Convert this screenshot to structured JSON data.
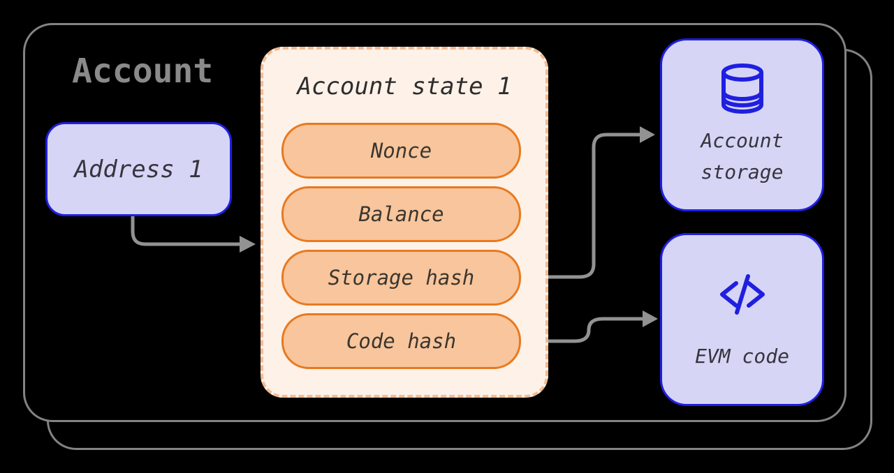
{
  "diagram": {
    "title": "Account",
    "address": {
      "label": "Address 1"
    },
    "state": {
      "title": "Account state 1",
      "fields": [
        "Nonce",
        "Balance",
        "Storage hash",
        "Code hash"
      ]
    },
    "storage": {
      "line1": "Account",
      "line2": "storage",
      "icon": "database-icon"
    },
    "evm": {
      "label": "EVM code",
      "icon": "code-icon"
    },
    "connections": [
      "address-to-account-state",
      "storage-hash-to-account-storage-bidirectional",
      "code-hash-to-evm-code-bidirectional"
    ],
    "colors": {
      "background": "#000000",
      "card_border": "#838383",
      "accent_blue": "#1f1fe0",
      "lavender_fill": "#d6d5f6",
      "orange_border": "#e8791f",
      "orange_fill": "#f8c59c",
      "cream_fill": "#fdf1e8",
      "dashed_border": "#f4ba90",
      "arrow_gray": "#929292",
      "title_gray": "#8a8a8a"
    }
  }
}
